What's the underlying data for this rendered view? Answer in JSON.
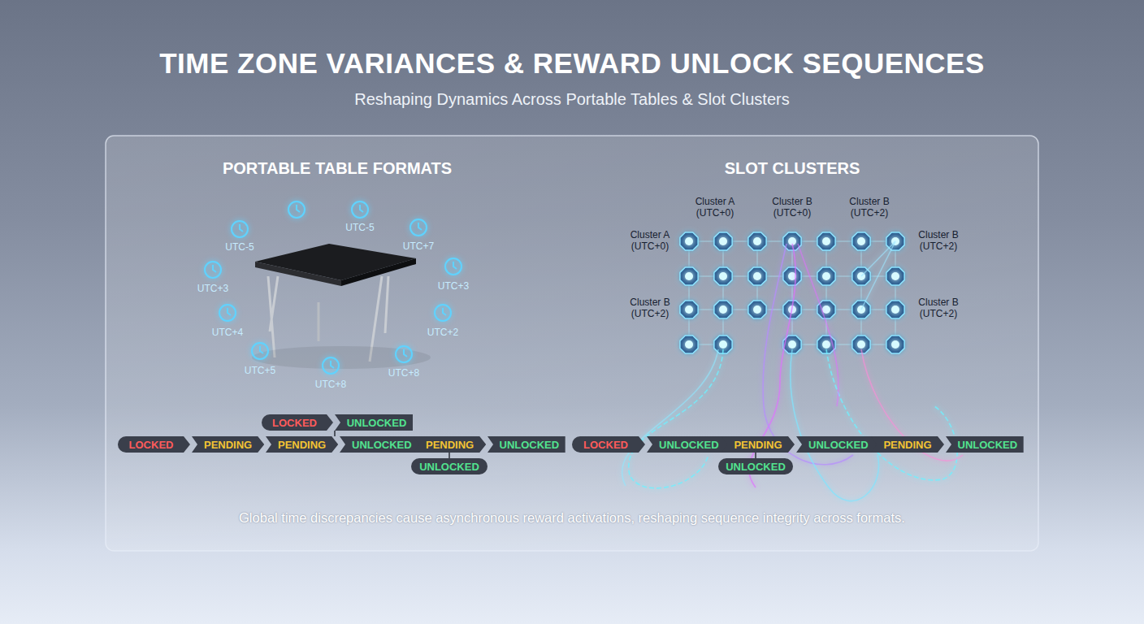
{
  "diagram": {
    "title": "TIME ZONE VARIANCES & REWARD UNLOCK SEQUENCES",
    "caption": "Global time discrepancies cause asynchronous reward activations, reshaping sequence integrity across formats.",
    "nodes": [
      {
        "text": [
          "LOCKED"
        ]
      },
      {
        "text": [
          "UNLOCKED"
        ]
      },
      {
        "text": [
          "LOCKED"
        ]
      },
      {
        "text": [
          "PENDING"
        ]
      },
      {
        "text": [
          "PENDING"
        ]
      },
      {
        "text": [
          "UNLOCKED"
        ]
      },
      {
        "text": [
          "PENDING"
        ]
      },
      {
        "text": [
          "UNLOCKED"
        ]
      },
      {
        "text": [
          "UNLOCKED"
        ]
      },
      {
        "text": [
          "LOCKED"
        ]
      },
      {
        "text": [
          "UNLOCKED"
        ]
      },
      {
        "text": [
          "PENDING"
        ]
      },
      {
        "text": [
          "UNLOCKED"
        ]
      },
      {
        "text": [
          "PENDING"
        ]
      },
      {
        "text": [
          "UNLOCKED"
        ]
      },
      {
        "text": [
          "UNLOCKED"
        ]
      }
    ],
    "labels": [
      "Reshaping Dynamics Across Portable Tables & Slot Clusters",
      "PORTABLE TABLE FORMATS",
      "SLOT CLUSTERS",
      "UTC-5",
      "UTC-5",
      "UTC+7",
      "UTC+3",
      "UTC+2",
      "UTC+8",
      "UTC+8",
      "UTC+5",
      "UTC+4",
      "UTC+3",
      "Cluster A (UTC+0)",
      "Cluster B (UTC+0)",
      "Cluster B (UTC+2)",
      "Cluster A (UTC+0)",
      "Cluster B (UTC+2)",
      "Cluster B (UTC+2)",
      "Cluster B (UTC+2)"
    ]
  }
}
